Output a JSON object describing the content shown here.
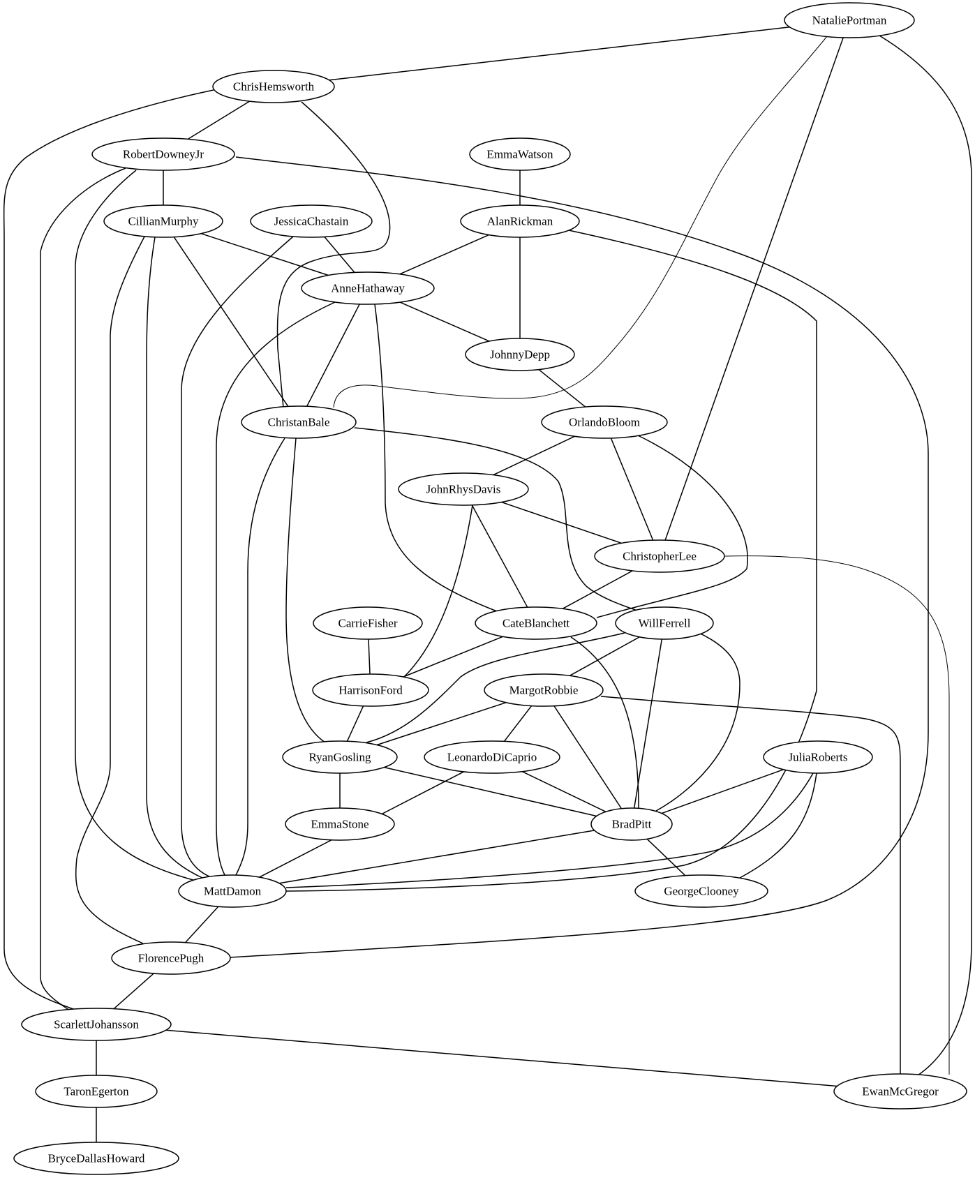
{
  "graph": {
    "nodes": [
      {
        "id": "NataliePortman",
        "label": "NataliePortman"
      },
      {
        "id": "ChrisHemsworth",
        "label": "ChrisHemsworth"
      },
      {
        "id": "RobertDowneyJr",
        "label": "RobertDowneyJr"
      },
      {
        "id": "EmmaWatson",
        "label": "EmmaWatson"
      },
      {
        "id": "CillianMurphy",
        "label": "CillianMurphy"
      },
      {
        "id": "JessicaChastain",
        "label": "JessicaChastain"
      },
      {
        "id": "AlanRickman",
        "label": "AlanRickman"
      },
      {
        "id": "AnneHathaway",
        "label": "AnneHathaway"
      },
      {
        "id": "JohnnyDepp",
        "label": "JohnnyDepp"
      },
      {
        "id": "ChristanBale",
        "label": "ChristanBale"
      },
      {
        "id": "OrlandoBloom",
        "label": "OrlandoBloom"
      },
      {
        "id": "JohnRhysDavis",
        "label": "JohnRhysDavis"
      },
      {
        "id": "ChristopherLee",
        "label": "ChristopherLee"
      },
      {
        "id": "CarrieFisher",
        "label": "CarrieFisher"
      },
      {
        "id": "CateBlanchett",
        "label": "CateBlanchett"
      },
      {
        "id": "WillFerrell",
        "label": "WillFerrell"
      },
      {
        "id": "HarrisonFord",
        "label": "HarrisonFord"
      },
      {
        "id": "MargotRobbie",
        "label": "MargotRobbie"
      },
      {
        "id": "RyanGosling",
        "label": "RyanGosling"
      },
      {
        "id": "LeonardoDiCaprio",
        "label": "LeonardoDiCaprio"
      },
      {
        "id": "JuliaRoberts",
        "label": "JuliaRoberts"
      },
      {
        "id": "EmmaStone",
        "label": "EmmaStone"
      },
      {
        "id": "BradPitt",
        "label": "BradPitt"
      },
      {
        "id": "MattDamon",
        "label": "MattDamon"
      },
      {
        "id": "GeorgeClooney",
        "label": "GeorgeClooney"
      },
      {
        "id": "FlorencePugh",
        "label": "FlorencePugh"
      },
      {
        "id": "ScarlettJohansson",
        "label": "ScarlettJohansson"
      },
      {
        "id": "TaronEgerton",
        "label": "TaronEgerton"
      },
      {
        "id": "EwanMcGregor",
        "label": "EwanMcGregor"
      },
      {
        "id": "BryceDallasHoward",
        "label": "BryceDallasHoward"
      }
    ],
    "edges": [
      [
        "NataliePortman",
        "ChrisHemsworth"
      ],
      [
        "NataliePortman",
        "ChristanBale"
      ],
      [
        "NataliePortman",
        "ChristopherLee"
      ],
      [
        "NataliePortman",
        "EwanMcGregor"
      ],
      [
        "ChrisHemsworth",
        "RobertDowneyJr"
      ],
      [
        "ChrisHemsworth",
        "ScarlettJohansson"
      ],
      [
        "ChrisHemsworth",
        "ChristanBale"
      ],
      [
        "RobertDowneyJr",
        "CillianMurphy"
      ],
      [
        "RobertDowneyJr",
        "FlorencePugh"
      ],
      [
        "RobertDowneyJr",
        "ScarlettJohansson"
      ],
      [
        "RobertDowneyJr",
        "MattDamon"
      ],
      [
        "EmmaWatson",
        "AlanRickman"
      ],
      [
        "CillianMurphy",
        "AnneHathaway"
      ],
      [
        "CillianMurphy",
        "ChristanBale"
      ],
      [
        "CillianMurphy",
        "MattDamon"
      ],
      [
        "CillianMurphy",
        "FlorencePugh"
      ],
      [
        "JessicaChastain",
        "AnneHathaway"
      ],
      [
        "JessicaChastain",
        "MattDamon"
      ],
      [
        "AlanRickman",
        "AnneHathaway"
      ],
      [
        "AlanRickman",
        "JohnnyDepp"
      ],
      [
        "AlanRickman",
        "MattDamon"
      ],
      [
        "AnneHathaway",
        "JohnnyDepp"
      ],
      [
        "AnneHathaway",
        "ChristanBale"
      ],
      [
        "AnneHathaway",
        "MattDamon"
      ],
      [
        "AnneHathaway",
        "CateBlanchett"
      ],
      [
        "JohnnyDepp",
        "OrlandoBloom"
      ],
      [
        "ChristanBale",
        "BradPitt"
      ],
      [
        "ChristanBale",
        "MattDamon"
      ],
      [
        "ChristanBale",
        "RyanGosling"
      ],
      [
        "OrlandoBloom",
        "JohnRhysDavis"
      ],
      [
        "OrlandoBloom",
        "ChristopherLee"
      ],
      [
        "OrlandoBloom",
        "CateBlanchett"
      ],
      [
        "JohnRhysDavis",
        "ChristopherLee"
      ],
      [
        "JohnRhysDavis",
        "CateBlanchett"
      ],
      [
        "JohnRhysDavis",
        "HarrisonFord"
      ],
      [
        "ChristopherLee",
        "CateBlanchett"
      ],
      [
        "ChristopherLee",
        "EwanMcGregor"
      ],
      [
        "CarrieFisher",
        "HarrisonFord"
      ],
      [
        "CateBlanchett",
        "HarrisonFord"
      ],
      [
        "CateBlanchett",
        "BradPitt"
      ],
      [
        "WillFerrell",
        "MargotRobbie"
      ],
      [
        "WillFerrell",
        "RyanGosling"
      ],
      [
        "WillFerrell",
        "BradPitt"
      ],
      [
        "HarrisonFord",
        "RyanGosling"
      ],
      [
        "MargotRobbie",
        "RyanGosling"
      ],
      [
        "MargotRobbie",
        "LeonardoDiCaprio"
      ],
      [
        "MargotRobbie",
        "BradPitt"
      ],
      [
        "MargotRobbie",
        "EwanMcGregor"
      ],
      [
        "RyanGosling",
        "EmmaStone"
      ],
      [
        "RyanGosling",
        "BradPitt"
      ],
      [
        "LeonardoDiCaprio",
        "BradPitt"
      ],
      [
        "LeonardoDiCaprio",
        "MattDamon"
      ],
      [
        "JuliaRoberts",
        "BradPitt"
      ],
      [
        "JuliaRoberts",
        "MattDamon"
      ],
      [
        "JuliaRoberts",
        "GeorgeClooney"
      ],
      [
        "BradPitt",
        "MattDamon"
      ],
      [
        "BradPitt",
        "GeorgeClooney"
      ],
      [
        "MattDamon",
        "FlorencePugh"
      ],
      [
        "FlorencePugh",
        "ScarlettJohansson"
      ],
      [
        "ScarlettJohansson",
        "TaronEgerton"
      ],
      [
        "ScarlettJohansson",
        "EwanMcGregor"
      ],
      [
        "TaronEgerton",
        "BryceDallasHoward"
      ]
    ]
  }
}
